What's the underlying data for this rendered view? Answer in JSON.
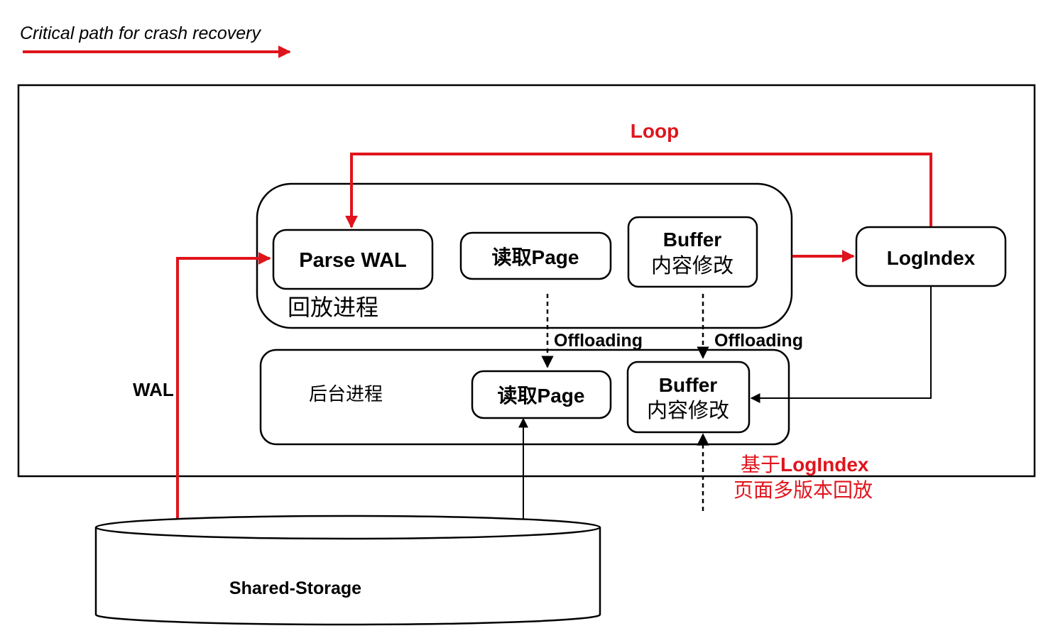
{
  "legend": {
    "label": "Critical path for crash recovery",
    "arrow_color": "#e0141c"
  },
  "colors": {
    "critical": "#e0141c",
    "stroke": "#000000",
    "background": "#ffffff"
  },
  "loop": {
    "label": "Loop"
  },
  "replay_process": {
    "label": "回放进程",
    "parse_wal": "Parse WAL",
    "read_page": "读取Page",
    "buffer_line1": "Buffer",
    "buffer_line2": "内容修改"
  },
  "logindex": {
    "label": "LogIndex"
  },
  "offloading": {
    "left_label": "Offloading",
    "right_label": "Offloading"
  },
  "background_process": {
    "label": "后台进程",
    "read_page": "读取Page",
    "buffer_line1": "Buffer",
    "buffer_line2": "内容修改"
  },
  "wal": {
    "label": "WAL"
  },
  "multiversion": {
    "line1_prefix": "基于",
    "line1_suffix": "LogIndex",
    "line2": "页面多版本回放"
  },
  "storage": {
    "label": "Shared-Storage"
  }
}
